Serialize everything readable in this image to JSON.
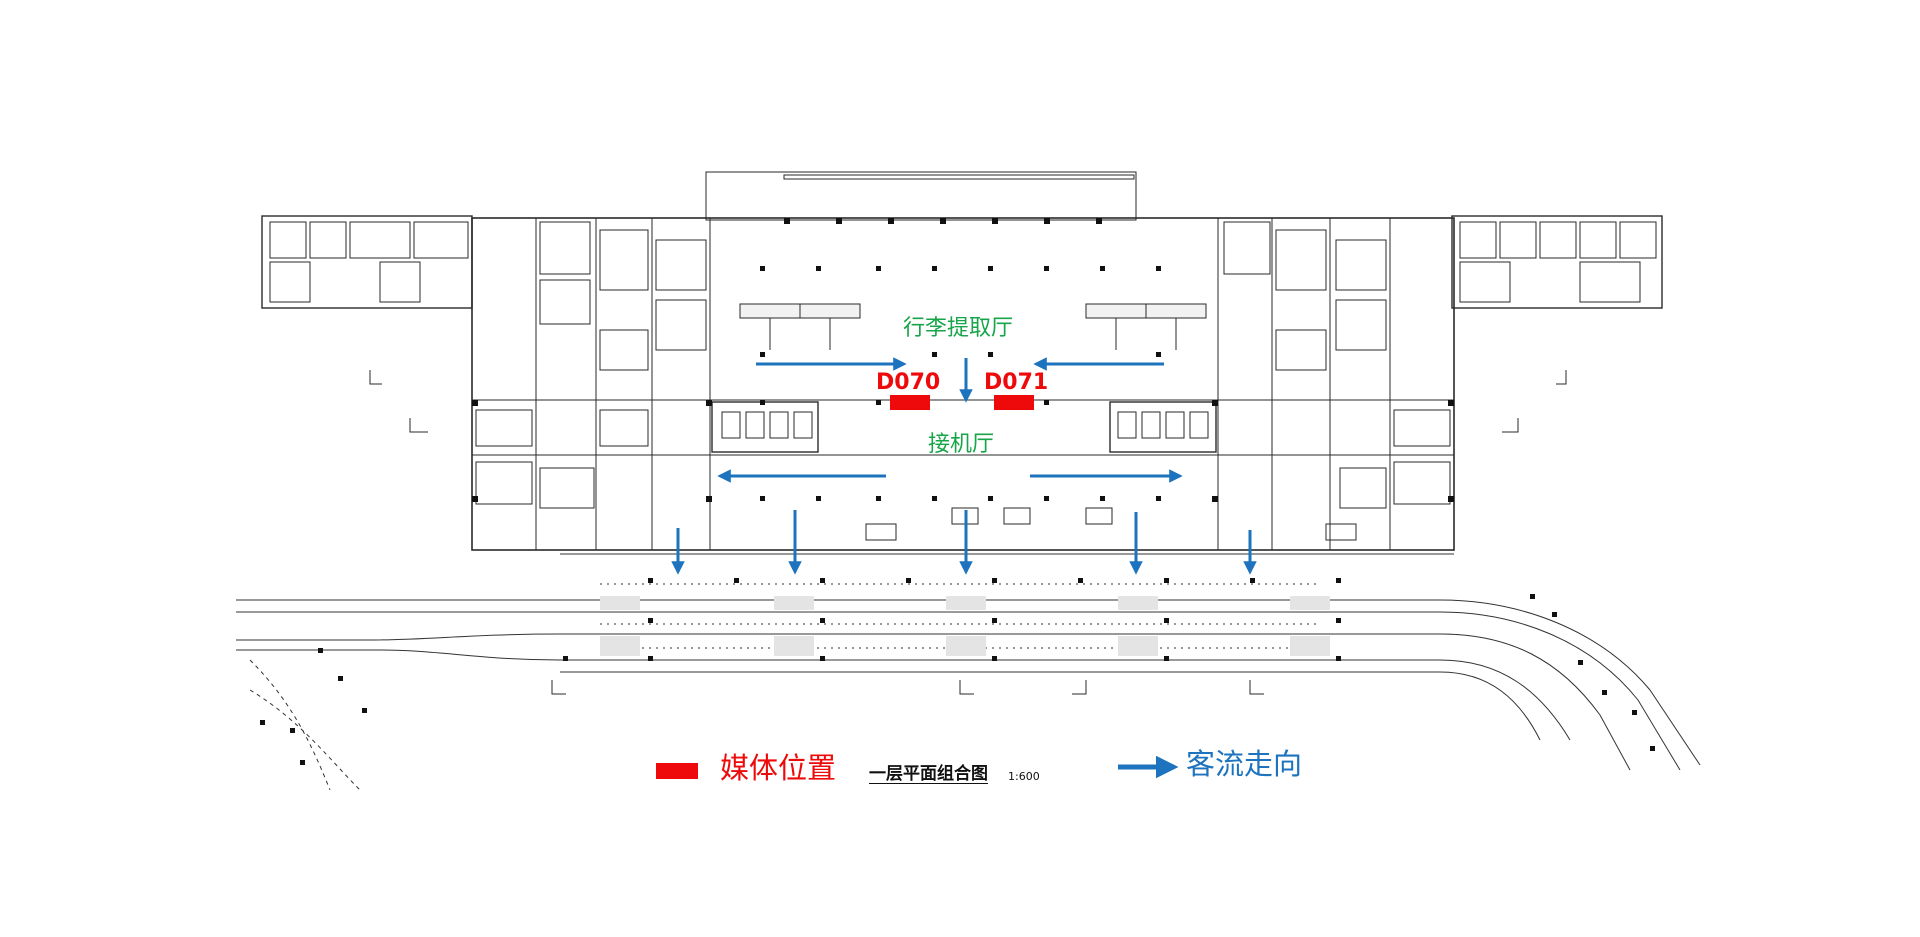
{
  "zones": {
    "baggage_claim": "行李提取厅",
    "arrivals_hall": "接机厅"
  },
  "media_points": [
    {
      "code": "D070"
    },
    {
      "code": "D071"
    }
  ],
  "legend": {
    "media_label": "媒体位置",
    "flow_label": "客流走向"
  },
  "plan_title": "一层平面组合图",
  "plan_scale": "1:600",
  "colors": {
    "media": "#ee0a0a",
    "flow": "#1e73be",
    "zone_text": "#18a54a",
    "drawing_lines": "#222222"
  },
  "icons": [
    "flow-arrow-icon",
    "media-position-icon"
  ]
}
